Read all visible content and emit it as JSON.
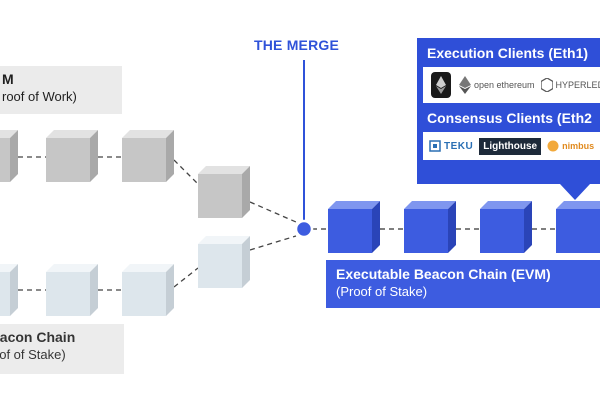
{
  "merge_title": "THE MERGE",
  "pow_chain": {
    "line1": "M",
    "line2": "roof of Work)"
  },
  "beacon_chain": {
    "line1": "eacon Chain",
    "line2": "oof of Stake)"
  },
  "executable_chain": {
    "title": "Executable Beacon Chain (EVM)",
    "subtitle": "(Proof of Stake)"
  },
  "execution_clients": {
    "heading": "Execution Clients (Eth1)",
    "logos": [
      {
        "icon": "geth-icon",
        "text": ""
      },
      {
        "icon": "openethereum-icon",
        "text": "open ethereum"
      },
      {
        "icon": "besu-icon",
        "text": "HYPERLEDGER BESU"
      }
    ]
  },
  "consensus_clients": {
    "heading": "Consensus Clients (Eth2",
    "logos": [
      {
        "icon": "teku-icon",
        "text": "TEKU"
      },
      {
        "icon": "lighthouse-icon",
        "text": "Lighthouse"
      },
      {
        "icon": "nimbus-icon",
        "text": "nimbus"
      }
    ]
  },
  "colors": {
    "blue": "#3d5ce0",
    "panel_blue": "#2f4fd8",
    "gray_block": "#c9c9c9",
    "light_block": "#dde6ec"
  }
}
